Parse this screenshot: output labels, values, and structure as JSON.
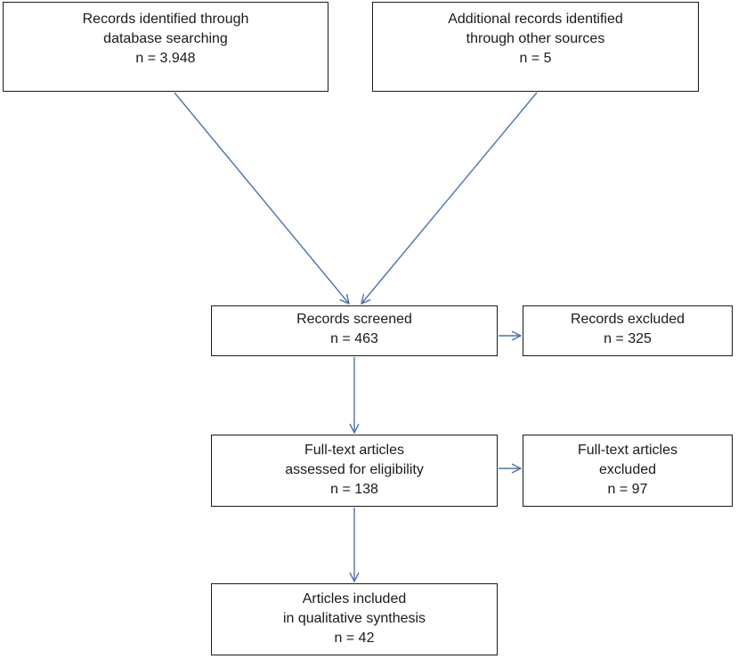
{
  "boxes": {
    "database": {
      "line1": "Records identified through",
      "line2": "database searching",
      "count": "n = 3.948"
    },
    "other_sources": {
      "line1": "Additional records identified",
      "line2": "through other sources",
      "count": "n = 5"
    },
    "screened": {
      "line1": "Records screened",
      "count": "n = 463"
    },
    "excluded": {
      "line1": "Records excluded",
      "count": "n = 325"
    },
    "full_text": {
      "line1": "Full-text articles",
      "line2": "assessed for eligibility",
      "count": "n = 138"
    },
    "full_text_excluded": {
      "line1": "Full-text articles",
      "line2": "excluded",
      "count": "n = 97"
    },
    "included": {
      "line1": "Articles included",
      "line2": "in qualitative synthesis",
      "count": "n = 42"
    }
  },
  "colors": {
    "arrow": "#4a74a8",
    "border": "#1a1a1a"
  }
}
